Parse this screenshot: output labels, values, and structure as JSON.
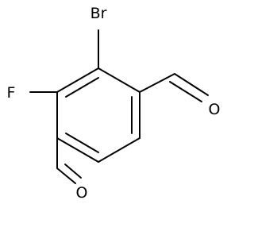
{
  "molecule": {
    "atoms": {
      "br": "Br",
      "f": "F",
      "o_right": "O",
      "o_bottom": "O"
    },
    "colors": {
      "bond": "#000000",
      "label": "#000000",
      "background": "#ffffff"
    }
  }
}
